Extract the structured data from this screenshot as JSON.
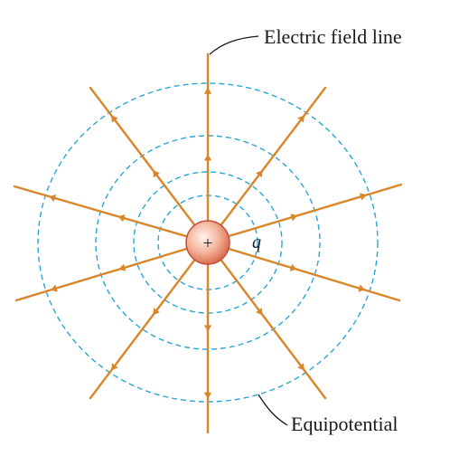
{
  "diagram": {
    "charge_sign": "+",
    "charge_symbol": "q",
    "field_line_label": "Electric field line",
    "equipotential_label": "Equipotential",
    "field_line_color": "#d9862a",
    "equipotential_color": "#2aa6d6",
    "charge_fill_center": "#fde4d8",
    "charge_fill_edge": "#e07a5c",
    "charge_stroke": "#c0503a",
    "field_line_count": 10,
    "equipotential_count": 4,
    "field_direction": "outward"
  }
}
